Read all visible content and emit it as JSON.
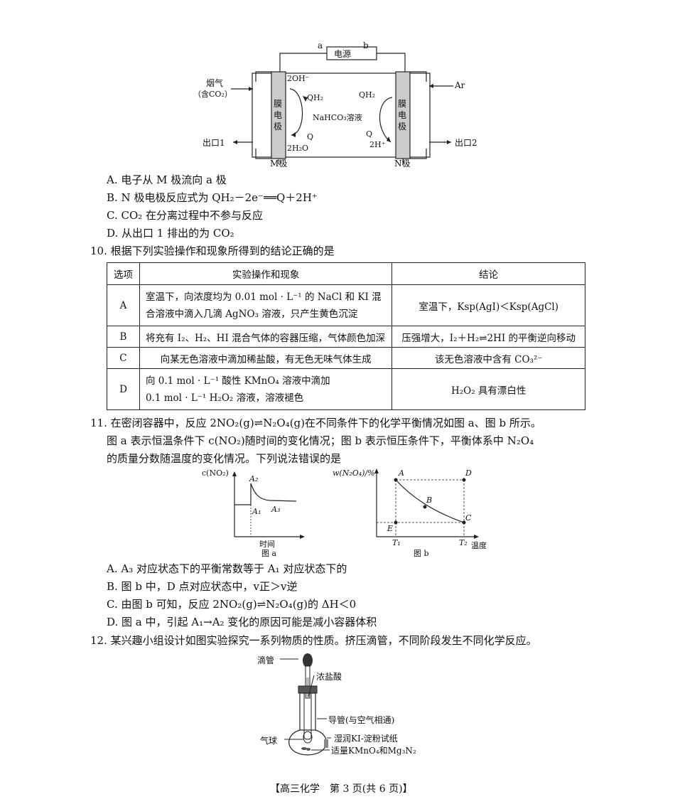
{
  "fig9": {
    "power_label": "电源",
    "a": "a",
    "b": "b",
    "smoke": "烟气",
    "smoke_sub": "（含CO₂）",
    "ar": "Ar",
    "outlet1": "出口1",
    "outlet2": "出口2",
    "m_pole": "M极",
    "n_pole": "N极",
    "membrane_left": "膜电极",
    "membrane_right": "膜电极",
    "oh": "2OH⁻",
    "qh2_left": "QH₂",
    "q_left": "Q",
    "h2o": "2H₂O",
    "solution": "NaHCO₃溶液",
    "qh2_right": "QH₂",
    "q_right": "Q",
    "h_plus": "2H⁺"
  },
  "q9_options": [
    "A. 电子从 M 极流向 a 极",
    "B. N 极电极反应式为 QH₂－2e⁻══Q＋2H⁺",
    "C. CO₂ 在分离过程中不参与反应",
    "D. 从出口 1 排出的为 CO₂"
  ],
  "q10": {
    "stem": "10. 根据下列实验操作和现象所得到的结论正确的是",
    "headers": [
      "选项",
      "实验操作和现象",
      "结论"
    ],
    "rows": [
      {
        "opt": "A",
        "op1": "室温下，向浓度均为 0.01 mol · L⁻¹ 的 NaCl 和 KI 混",
        "op2": "合溶液中滴入几滴 AgNO₃ 溶液，只产生黄色沉淀",
        "con": "室温下，Ksp(AgI)＜Ksp(AgCl)"
      },
      {
        "opt": "B",
        "op1": "将充有 I₂、H₂、HI 混合气体的容器压缩，气体颜色加深",
        "op2": "",
        "con": "压强增大，I₂＋H₂⇌2HI 的平衡逆向移动"
      },
      {
        "opt": "C",
        "op1": "向某无色溶液中滴加稀盐酸，有无色无味气体生成",
        "op2": "",
        "con": "该无色溶液中含有 CO₃²⁻"
      },
      {
        "opt": "D",
        "op1": "向 0.1 mol · L⁻¹ 酸性 KMnO₄ 溶液中滴加",
        "op2": "0.1 mol · L⁻¹ H₂O₂ 溶液，溶液褪色",
        "con": "H₂O₂ 具有漂白性"
      }
    ]
  },
  "q11": {
    "stem1": "11. 在密闭容器中，反应 2NO₂(g)⇌N₂O₄(g)在不同条件下的化学平衡情况如图 a、图 b 所示。",
    "stem2": "图 a 表示恒温条件下 c(NO₂)随时间的变化情况；图 b 表示恒压条件下，平衡体系中 N₂O₄",
    "stem3": "的质量分数随温度的变化情况。下列说法错误的是",
    "fig_a": {
      "ylabel": "c(NO₂)",
      "xlabel": "时间",
      "caption": "图 a",
      "a1": "A₁",
      "a2": "A₂",
      "a3": "A₃"
    },
    "fig_b": {
      "ylabel": "w(N₂O₄)/%",
      "xlabel": "温度",
      "caption": "图 b",
      "A": "A",
      "B": "B",
      "C": "C",
      "D": "D",
      "E": "E",
      "T1": "T₁",
      "T2": "T₂"
    },
    "options": [
      "A. A₃ 对应状态下的平衡常数等于 A₁ 对应状态下的",
      "B. 图 b 中，D 点对应状态中，v正＞v逆",
      "C. 由图 b 可知，反应 2NO₂(g)⇌N₂O₄(g)的 ΔH＜0",
      "D. 图 a 中，引起 A₁→A₂ 变化的原因可能是减小容器体积"
    ]
  },
  "q12": {
    "stem": "12. 某兴趣小组设计如图实验探究一系列物质的性质。挤压滴管，不同阶段发生不同化学反应。",
    "dropper": "滴管",
    "hcl": "浓盐酸",
    "tube": "导管(与空气相通)",
    "balloon": "气球",
    "paper": "湿润KI-淀粉试纸",
    "solid": "适量KMnO₄和Mg₃N₂"
  },
  "footer": "【高三化学　第 3 页(共 6 页)】"
}
